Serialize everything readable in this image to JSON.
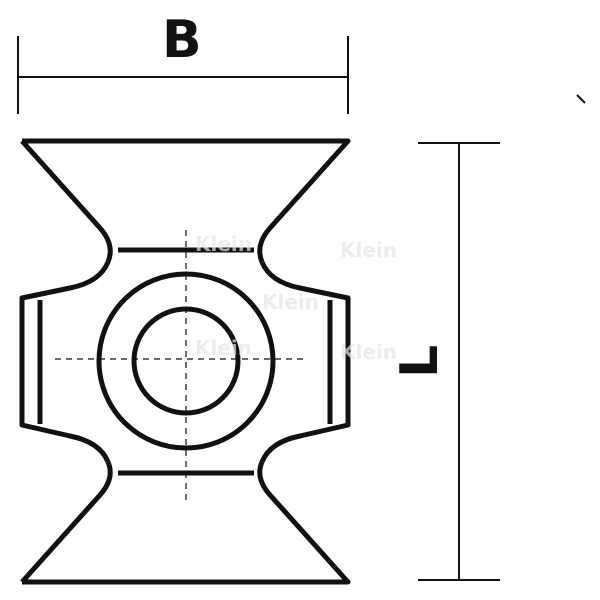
{
  "dimensions": {
    "width_label": "B",
    "length_label": "L"
  },
  "watermark": {
    "text": "Klein"
  },
  "colors": {
    "line": "#111111",
    "background": "#ffffff",
    "watermark": "#e6e6e6"
  }
}
